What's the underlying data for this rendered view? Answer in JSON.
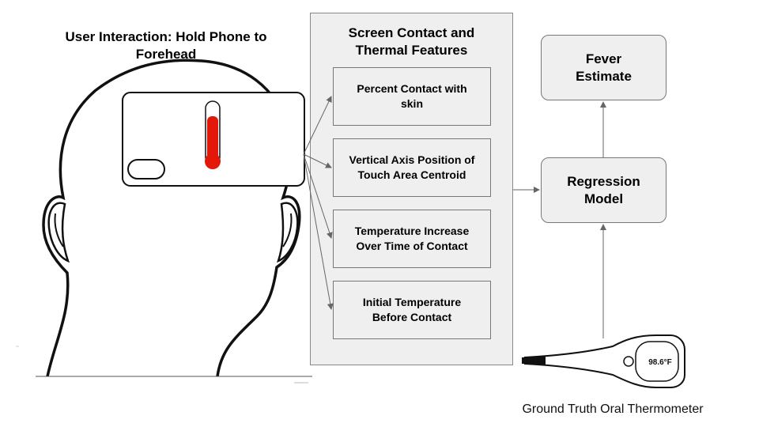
{
  "left_section": {
    "title_line1": "User Interaction: Hold Phone to",
    "title_line2": "Forehead"
  },
  "features_panel": {
    "title_line1": "Screen Contact and",
    "title_line2": "Thermal Features",
    "features": [
      {
        "line1": "Percent Contact with",
        "line2": "skin"
      },
      {
        "line1": "Vertical Axis Position of",
        "line2": "Touch Area Centroid"
      },
      {
        "line1": "Temperature Increase",
        "line2": "Over Time of Contact"
      },
      {
        "line1": "Initial Temperature",
        "line2": "Before Contact"
      }
    ]
  },
  "model": {
    "line1": "Regression",
    "line2": "Model"
  },
  "output": {
    "line1": "Fever",
    "line2": "Estimate"
  },
  "thermometer": {
    "reading": "98.6°F",
    "caption": "Ground Truth Oral Thermometer"
  },
  "colors": {
    "box_fill": "#efefef",
    "mercury_red": "#e3170a",
    "arrow_gray": "#666666"
  },
  "icons": [
    "head-illustration-icon",
    "phone-icon",
    "phone-thermometer-icon",
    "oral-thermometer-icon"
  ]
}
